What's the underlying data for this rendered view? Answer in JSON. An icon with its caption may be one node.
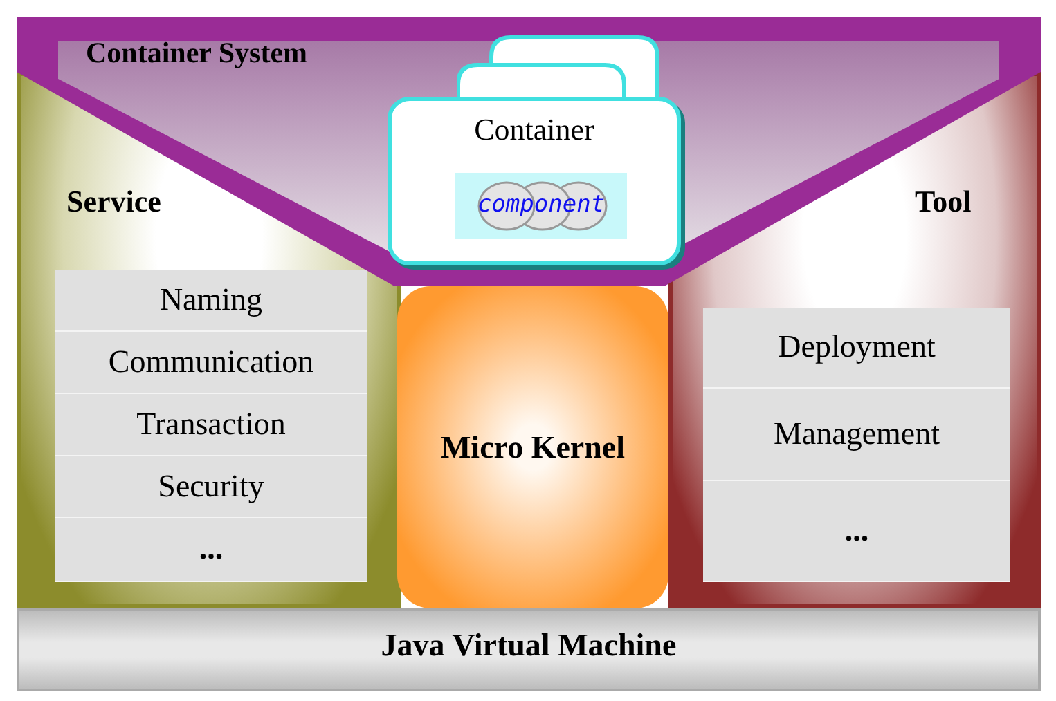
{
  "diagram": {
    "nodes": [
      {
        "text": [
          "Container System"
        ]
      },
      {
        "text": [
          "Container"
        ],
        "in": 0
      },
      {
        "text": [
          "component"
        ],
        "in": 1
      },
      {
        "text": [
          "Service"
        ]
      },
      {
        "text": [
          "Naming"
        ],
        "in": 3
      },
      {
        "text": [
          "Communication"
        ],
        "in": 3
      },
      {
        "text": [
          "Transaction"
        ],
        "in": 3
      },
      {
        "text": [
          "Security"
        ],
        "in": 3
      },
      {
        "text": [
          "..."
        ],
        "in": 3
      },
      {
        "text": [
          "Micro Kernel"
        ]
      },
      {
        "text": [
          "Tool"
        ]
      },
      {
        "text": [
          "Deployment"
        ],
        "in": 10
      },
      {
        "text": [
          "Management"
        ],
        "in": 10
      },
      {
        "text": [
          "..."
        ],
        "in": 10
      },
      {
        "text": [
          "Java Virtual Machine"
        ]
      }
    ]
  }
}
